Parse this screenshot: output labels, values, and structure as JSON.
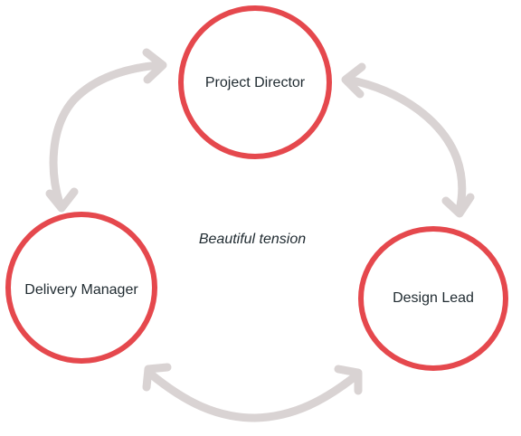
{
  "diagram": {
    "center_label": "Beautiful tension",
    "nodes": [
      {
        "id": "project-director",
        "label": "Project Director"
      },
      {
        "id": "design-lead",
        "label": "Design Lead"
      },
      {
        "id": "delivery-manager",
        "label": "Delivery Manager"
      }
    ],
    "connections": [
      {
        "from": "delivery-manager",
        "to": "project-director",
        "direction": "both"
      },
      {
        "from": "project-director",
        "to": "design-lead",
        "direction": "both"
      },
      {
        "from": "delivery-manager",
        "to": "design-lead",
        "direction": "both"
      }
    ],
    "colors": {
      "ring": "#e5484d",
      "arrow": "#d9d3d3",
      "text": "#1f2a30"
    }
  }
}
